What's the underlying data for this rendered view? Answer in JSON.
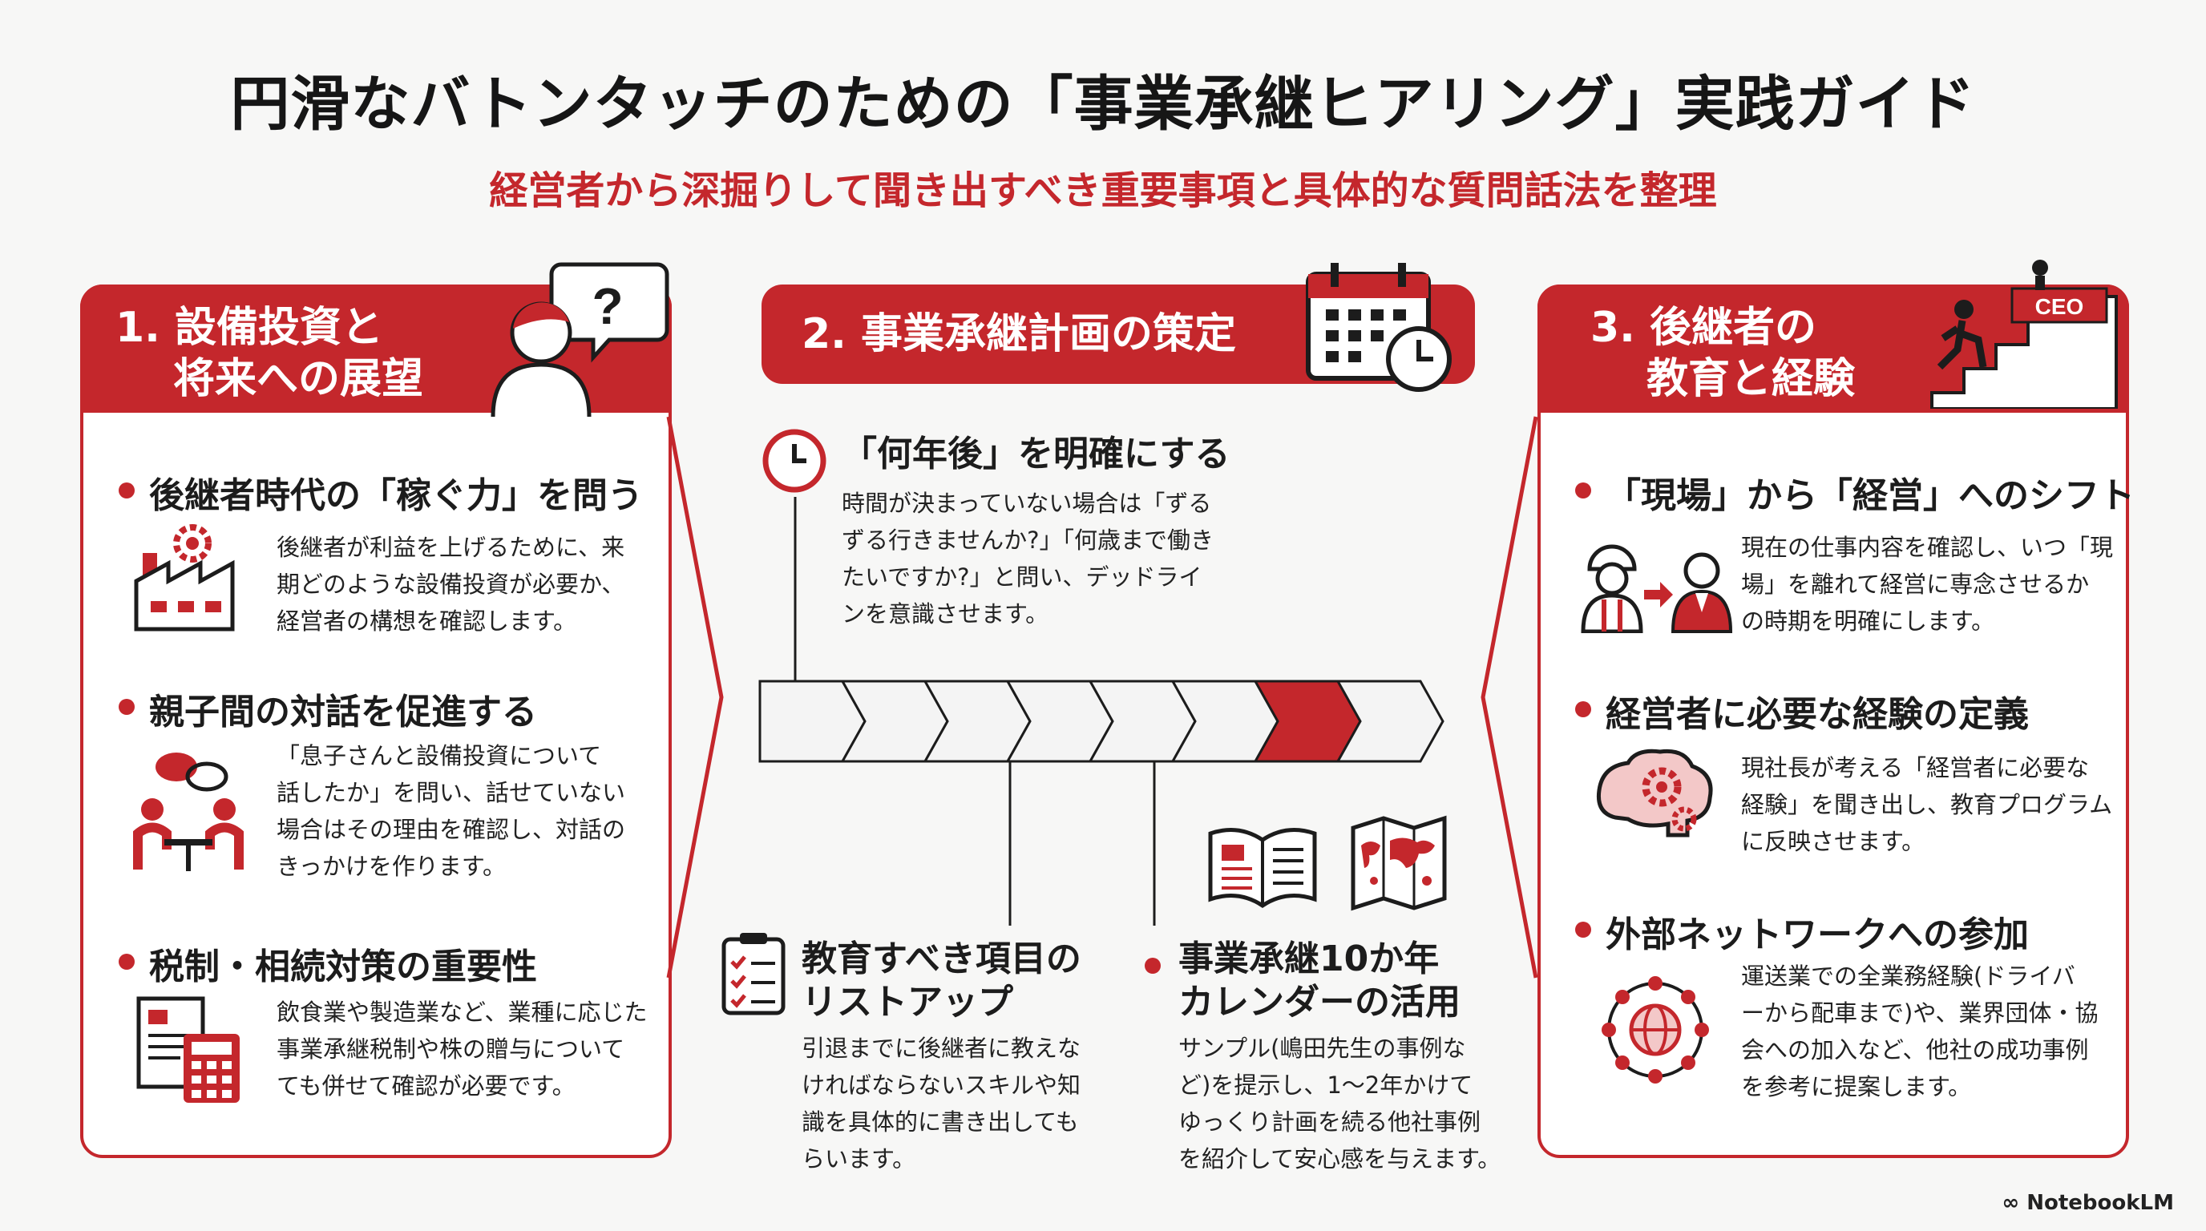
{
  "header": {
    "title": "円滑なバトンタッチのための「事業承継ヒアリング」実践ガイド",
    "subtitle": "経営者から深掘りして聞き出すべき重要事項と具体的な質問話法を整理"
  },
  "left": {
    "heading_line1": "1. 設備投資と",
    "heading_line2": "将来への展望",
    "items": [
      {
        "title": "後継者時代の「稼ぐ力」を問う",
        "lines": [
          "後継者が利益を上げるために、来",
          "期どのような設備投資が必要か、",
          "経営者の構想を確認します。"
        ]
      },
      {
        "title": "親子間の対話を促進する",
        "lines": [
          "「息子さんと設備投資について",
          "話したか」を問い、話せていない",
          "場合はその理由を確認し、対話の",
          "きっかけを作ります。"
        ]
      },
      {
        "title": "税制・相続対策の重要性",
        "lines": [
          "飲食業や製造業など、業種に応じた",
          "事業承継税制や株の贈与について",
          "ても併せて確認が必要です。"
        ]
      }
    ]
  },
  "middle": {
    "heading": "2. 事業承継計画の策定",
    "top": {
      "title": "「何年後」を明確にする",
      "lines": [
        "時間が決まっていない場合は「ずる",
        "ずる行きませんか?」「何歳まで働き",
        "たいですか?」と問い、デッドライ",
        "ンを意識させます。"
      ]
    },
    "bottom_left": {
      "title_line1": "教育すべき項目の",
      "title_line2": "リストアップ",
      "lines": [
        "引退までに後継者に教えな",
        "ければならないスキルや知",
        "識を具体的に書き出しても",
        "らいます。"
      ]
    },
    "bottom_right": {
      "title_line1": "事業承継10か年",
      "title_line2": "カレンダーの活用",
      "lines": [
        "サンプル(嶋田先生の事例な",
        "ど)を提示し、1〜2年かけて",
        "ゆっくり計画を続る他社事例",
        "を紹介して安心感を与えます。"
      ]
    },
    "timeline_steps": 8,
    "timeline_highlight_index": 6,
    "timeline_colors": {
      "normal": "#f4f4f4",
      "highlight": "#c4272c"
    }
  },
  "right": {
    "heading_line1": "3. 後継者の",
    "heading_line2": "教育と経験",
    "ceo_label": "CEO",
    "items": [
      {
        "title": "「現場」から「経営」へのシフト",
        "lines": [
          "現在の仕事内容を確認し、いつ「現",
          "場」を離れて経営に専念させるか",
          "の時期を明確にします。"
        ]
      },
      {
        "title": "経営者に必要な経験の定義",
        "lines": [
          "現社長が考える「経営者に必要な",
          "経験」を聞き出し、教育プログラム",
          "に反映させます。"
        ]
      },
      {
        "title": "外部ネットワークへの参加",
        "lines": [
          "運送業での全業務経験(ドライバ",
          "ーから配車まで)や、業界団体・協",
          "会への加入など、他社の成功事例",
          "を参考に提案します。"
        ]
      }
    ]
  },
  "footer": {
    "logo": "NotebookLM"
  },
  "colors": {
    "accent": "#c4272c",
    "background": "#f7f7f6"
  },
  "icons": [
    "question-person-icon",
    "calendar-clock-icon",
    "ceo-stairs-icon",
    "factory-gear-icon",
    "conversation-icon",
    "document-calculator-icon",
    "clock-icon",
    "checklist-icon",
    "open-book-icon",
    "world-map-icon",
    "worker-to-executive-icon",
    "brain-gear-icon",
    "network-globe-icon"
  ]
}
